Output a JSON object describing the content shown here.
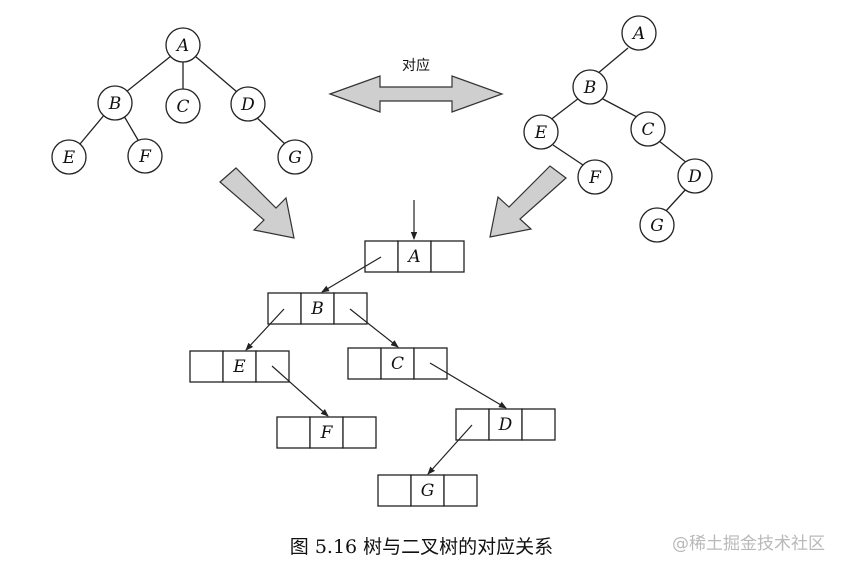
{
  "correspondence_label": "对应",
  "caption": "图 5.16 树与二叉树的对应关系",
  "watermark": "@稀土掘金技术社区",
  "tree": {
    "nodes": [
      "A",
      "B",
      "C",
      "D",
      "E",
      "F",
      "G"
    ],
    "edges": [
      [
        "A",
        "B"
      ],
      [
        "A",
        "C"
      ],
      [
        "A",
        "D"
      ],
      [
        "B",
        "E"
      ],
      [
        "B",
        "F"
      ],
      [
        "D",
        "G"
      ]
    ]
  },
  "binary_tree": {
    "nodes": [
      "A",
      "B",
      "C",
      "D",
      "E",
      "F",
      "G"
    ],
    "edges": [
      [
        "A",
        "B"
      ],
      [
        "B",
        "E"
      ],
      [
        "B",
        "C"
      ],
      [
        "E",
        "F"
      ],
      [
        "C",
        "D"
      ],
      [
        "D",
        "G"
      ]
    ]
  },
  "linked_list": {
    "nodes": [
      {
        "value": "A",
        "left_child": "B",
        "right_sibling": null
      },
      {
        "value": "B",
        "left_child": "E",
        "right_sibling": "C"
      },
      {
        "value": "E",
        "left_child": null,
        "right_sibling": "F"
      },
      {
        "value": "C",
        "left_child": null,
        "right_sibling": "D"
      },
      {
        "value": "F",
        "left_child": null,
        "right_sibling": null
      },
      {
        "value": "D",
        "left_child": "G",
        "right_sibling": null
      },
      {
        "value": "G",
        "left_child": null,
        "right_sibling": null
      }
    ]
  }
}
